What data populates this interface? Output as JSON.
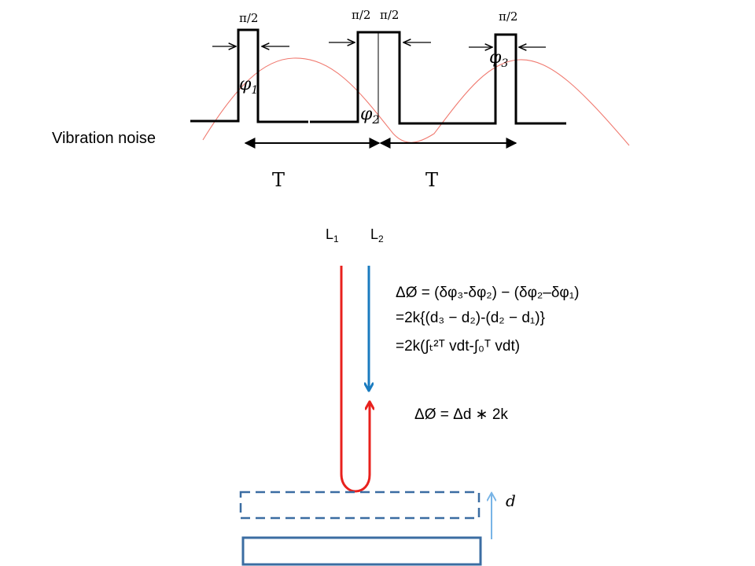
{
  "pulse_labels": {
    "p1": "π/2",
    "p2a": "π/2",
    "p2b": "π/2",
    "p3": "π/2"
  },
  "phase_labels": {
    "phi1": "φ",
    "phi1_sub": "1",
    "phi2": "φ",
    "phi2_sub": "2",
    "phi3": "φ",
    "phi3_sub": "3"
  },
  "noise_label": "Vibration noise",
  "period_labels": {
    "t1": "T",
    "t2": "T"
  },
  "beam_labels": {
    "l1": "L",
    "l1_sub": "1",
    "l2": "L",
    "l2_sub": "2"
  },
  "equations": {
    "line1": "ΔØ = (δφ₃-δφ₂) − (δφ₂–δφ₁)",
    "line2": "=2k{(d₃ − d₂)-(d₂ − d₁)}",
    "line3": "=2k(∫ₜ²ᵀ vdt-∫₀ᵀ vdt)",
    "result": "ΔØ = Δd ∗ 2k"
  },
  "displacement_label": "d",
  "colors": {
    "red": "#e8211d",
    "blue": "#1a7bbf",
    "light_blue": "#78b4e6",
    "mirror": "#3b6da2",
    "noise": "#f07a70"
  }
}
